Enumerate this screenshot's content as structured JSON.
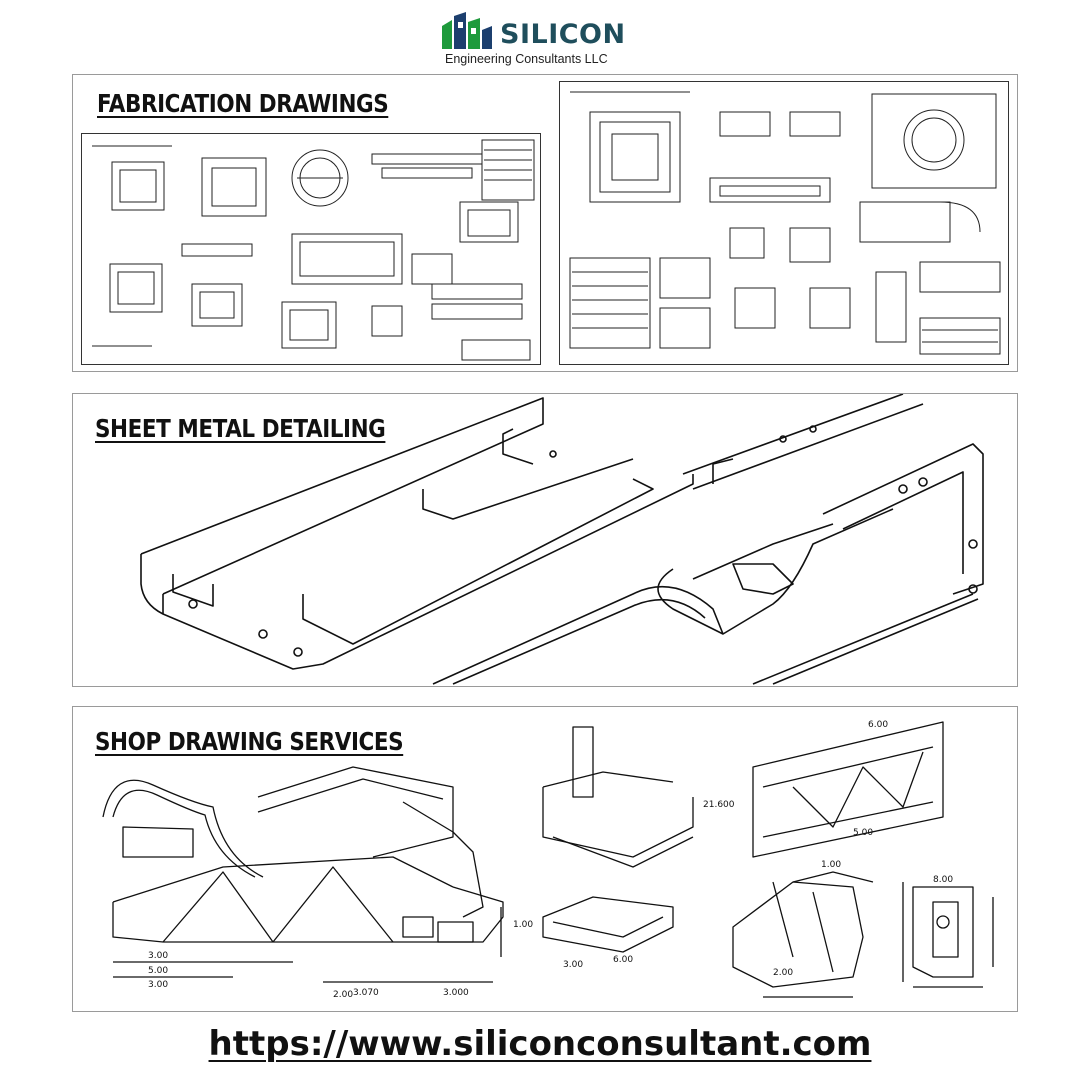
{
  "header": {
    "company_name": "SILICON",
    "company_subtitle": "Engineering Consultants LLC",
    "brand_color": "#1f4e5c",
    "logo_green": "#1e9a3c",
    "logo_navy": "#1c3f6e"
  },
  "sections": [
    {
      "title": "FABRICATION DRAWINGS"
    },
    {
      "title": "SHEET METAL DETAILING"
    },
    {
      "title": "SHOP DRAWING SERVICES"
    }
  ],
  "shop_dimensions": [
    "3.00",
    "5.00",
    "3.00",
    "3.070",
    "3.000",
    "2.00",
    "1.00",
    "21.600",
    "5.00",
    "6.00",
    "6.00",
    "8.00",
    "2.00",
    "1.00",
    "3.00"
  ],
  "footer": {
    "url": "https://www.siliconconsultant.com"
  }
}
